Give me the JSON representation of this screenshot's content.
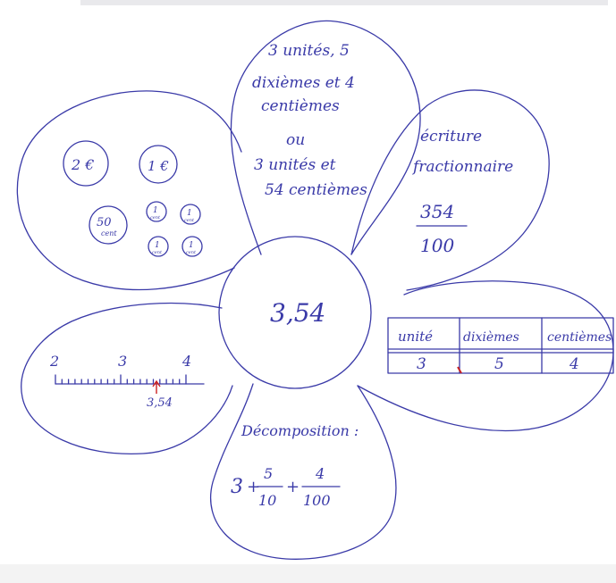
{
  "colors": {
    "ink": "#3a3aa8",
    "mark": "#cc2222"
  },
  "center": {
    "value": "3,54"
  },
  "petal_words": {
    "line1": "3 unités, 5",
    "line2": "dixièmes et 4",
    "line3": "centièmes",
    "or": "ou",
    "line4": "3 unités et",
    "line5": "54 centièmes"
  },
  "petal_fraction": {
    "title_line1": "écriture",
    "title_line2": "fractionnaire",
    "numerator": "354",
    "denominator": "100"
  },
  "petal_money": {
    "coins": [
      {
        "label": "2 €",
        "icon": "coin-2-euro"
      },
      {
        "label": "1 €",
        "icon": "coin-1-euro"
      },
      {
        "label": "50",
        "sub": "cent",
        "icon": "coin-50-cent"
      },
      {
        "label": "1",
        "sub": "cent",
        "icon": "coin-1-cent"
      },
      {
        "label": "1",
        "sub": "cent",
        "icon": "coin-1-cent"
      },
      {
        "label": "1",
        "sub": "cent",
        "icon": "coin-1-cent"
      },
      {
        "label": "1",
        "sub": "cent",
        "icon": "coin-1-cent"
      }
    ]
  },
  "petal_numberline": {
    "ticks": [
      "2",
      "3",
      "4"
    ],
    "marker_label": "3,54"
  },
  "petal_table": {
    "headers": [
      "unité",
      "dixièmes",
      "centièmes"
    ],
    "values": [
      "3",
      "5",
      "4"
    ]
  },
  "petal_decomposition": {
    "title": "Décomposition :",
    "whole": "3",
    "plus": "+",
    "frac1_num": "5",
    "frac1_den": "10",
    "frac2_num": "4",
    "frac2_den": "100"
  }
}
